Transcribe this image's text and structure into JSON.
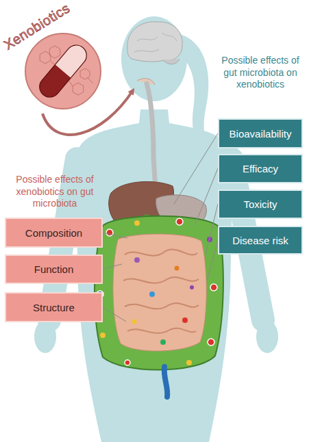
{
  "diagram": {
    "nodes": [
      {
        "text": [
          "Xenobiotics"
        ]
      },
      {
        "text": [
          "Bioavailability"
        ]
      },
      {
        "text": [
          "Efficacy"
        ]
      },
      {
        "text": [
          "Toxicity"
        ]
      },
      {
        "text": [
          "Disease risk"
        ]
      },
      {
        "text": [
          "Composition"
        ]
      },
      {
        "text": [
          "Function"
        ]
      },
      {
        "text": [
          "Structure"
        ]
      }
    ],
    "labels": [
      "Possible effects of gut microbiota on xenobiotics",
      "Possible effects of xenobiotics on gut microbiota"
    ]
  }
}
